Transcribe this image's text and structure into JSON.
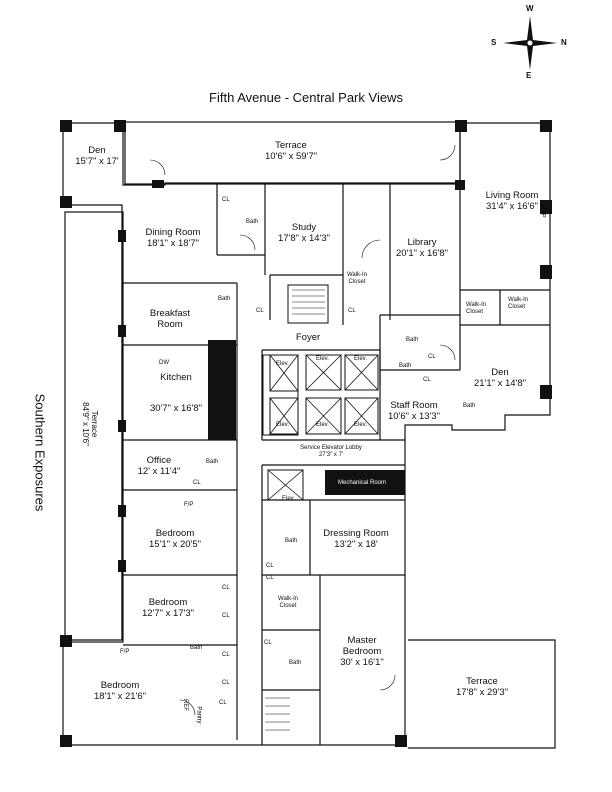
{
  "title": "Fifth Avenue - Central Park Views",
  "side_label": "Southern Exposures",
  "compass": {
    "w": "W",
    "s": "S",
    "n": "N",
    "e": "E"
  },
  "rooms": {
    "den_nw": {
      "name": "Den",
      "size": "15'7\" x 17'"
    },
    "terrace_top": {
      "name": "Terrace",
      "size": "10'6\" x 59'7\""
    },
    "living": {
      "name": "Living Room",
      "size": "31'4\" x 16'6\""
    },
    "dining": {
      "name": "Dining Room",
      "size": "18'1\" x 18'7\""
    },
    "study": {
      "name": "Study",
      "size": "17'8\" x 14'3\""
    },
    "library": {
      "name": "Library",
      "size": "20'1\" x 16'8\""
    },
    "walkin_closet": {
      "name": "Walk-In\nCloset"
    },
    "breakfast": {
      "name": "Breakfast\nRoom"
    },
    "foyer": {
      "name": "Foyer"
    },
    "kitchen": {
      "name": "Kitchen",
      "size": "30'7\" x 16'8\""
    },
    "terrace_west": {
      "name": "Terrace",
      "size": "84'9\" x 10'6\""
    },
    "den_e": {
      "name": "Den",
      "size": "21'1\" x 14'8\""
    },
    "staff": {
      "name": "Staff Room",
      "size": "10'6\" x 13'3\""
    },
    "office": {
      "name": "Office",
      "size": "12' x 11'4\""
    },
    "service_lobby": {
      "name": "Service Elevator Lobby",
      "size": "27'3\" x 7'"
    },
    "mechanical": {
      "name": "Mechanical Room"
    },
    "dressing": {
      "name": "Dressing Room",
      "size": "13'2\" x 18'"
    },
    "bedroom1": {
      "name": "Bedroom",
      "size": "15'1\" x 20'5\""
    },
    "bedroom2": {
      "name": "Bedroom",
      "size": "12'7\" x 17'3\""
    },
    "master": {
      "name": "Master\nBedroom",
      "size": "30' x 16'1\""
    },
    "bedroom3": {
      "name": "Bedroom",
      "size": "18'1\" x 21'6\""
    },
    "terrace_se": {
      "name": "Terrace",
      "size": "17'8\" x 29'3\""
    }
  },
  "labels": {
    "bath": "Bath",
    "cl": "CL",
    "elev": "Elev.",
    "elev2": "Elev",
    "fp": "F/P",
    "ref": "REF",
    "dw": "DW",
    "pantry": "Pantry",
    "walkin": "Walk-In",
    "closet": "Closet"
  }
}
